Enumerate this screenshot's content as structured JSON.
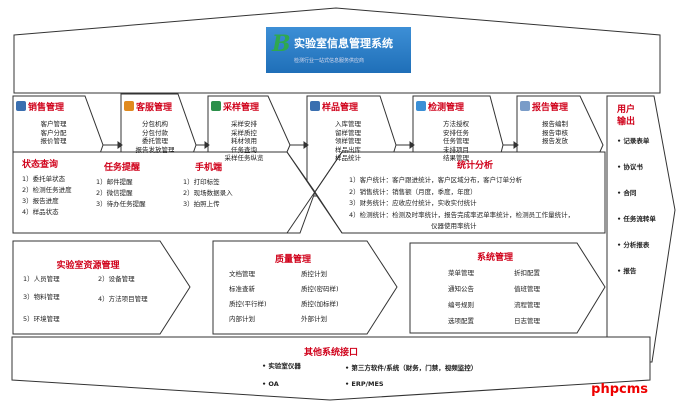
{
  "header": {
    "title": "实验室信息管理系统",
    "subtitle": "检测行业一站式信息服务供应商",
    "logo": "B"
  },
  "flow": [
    {
      "title": "销售管理",
      "icon": "document-search-icon",
      "color": "#3a6fb0",
      "items": [
        "客户管理",
        "客户分配",
        "报价管理"
      ]
    },
    {
      "title": "客服管理",
      "icon": "users-icon",
      "color": "#e08a1e",
      "items": [
        "分包机构",
        "分包付款",
        "委托管理",
        "报告发放管理"
      ]
    },
    {
      "title": "采样管理",
      "icon": "bus-icon",
      "color": "#2b8f4a",
      "items": [
        "采样安排",
        "采样质控",
        "耗材领用",
        "任务查询",
        "采样任务纵览"
      ]
    },
    {
      "title": "样品管理",
      "icon": "pen-icon",
      "color": "#3a6fb0",
      "items": [
        "入库管理",
        "留样管理",
        "领样管理",
        "样品出库",
        "样品统计"
      ]
    },
    {
      "title": "检测管理",
      "icon": "flask-icon",
      "color": "#3a8fd6",
      "items": [
        "方法授权",
        "安排任务",
        "任务管理",
        "未排项目",
        "结果管理"
      ]
    },
    {
      "title": "报告管理",
      "icon": "report-icon",
      "color": "#7a9cc8",
      "items": [
        "报告编制",
        "报告审核",
        "报告发放"
      ]
    }
  ],
  "output": {
    "title": "用户输出",
    "items": [
      "记录表单",
      "协议书",
      "合同",
      "任务流转单",
      "分析报表",
      "报告"
    ]
  },
  "status": {
    "title": "状态查询",
    "items": [
      "1）委托单状态",
      "2）检测任务进度",
      "3）报告进度",
      "4）样品状态"
    ]
  },
  "reminder": {
    "title": "任务提醒",
    "items": [
      "1）邮件提醒",
      "2）微信提醒",
      "3）待办任务提醒"
    ]
  },
  "mobile": {
    "title": "手机端",
    "items": [
      "1）打印标签",
      "2）现场数据录入",
      "3）拍照上传"
    ]
  },
  "stats": {
    "title": "统计分析",
    "items": [
      "1）客户统计：客户跟进统计，客户区域分布，客户订单分析",
      "2）销售统计：销售额（月度，季度，年度）",
      "3）财务统计：应收应付统计，实收实付统计",
      "4）检测统计：检测及时率统计，报告完成率迟单率统计，检测员工作量统计，",
      "仪器使用率统计"
    ]
  },
  "resources": {
    "title": "实验室资源管理",
    "items": [
      "1）人员管理",
      "2）设备管理",
      "3）物料管理",
      "4）方法项目管理",
      "5）环境管理"
    ]
  },
  "quality": {
    "title": "质量管理",
    "items": [
      "文档管理",
      "质控计划",
      "标准查新",
      "质控(密码样)",
      "质控(平行样)",
      "质控(加标样)",
      "内部计划",
      "外部计划"
    ]
  },
  "system": {
    "title": "系统管理",
    "items": [
      "菜单管理",
      "折扣配置",
      "通知公告",
      "值班管理",
      "编号规则",
      "流程管理",
      "选项配置",
      "日志管理"
    ]
  },
  "interfaces": {
    "title": "其他系统接口",
    "items": [
      "实验室仪器",
      "第三方软件/系统（财务，门禁，视频监控）",
      "OA",
      "ERP/MES"
    ]
  },
  "watermark": "phpcms",
  "colors": {
    "heading": "#d0021b",
    "banner": "#1f6fb8"
  }
}
